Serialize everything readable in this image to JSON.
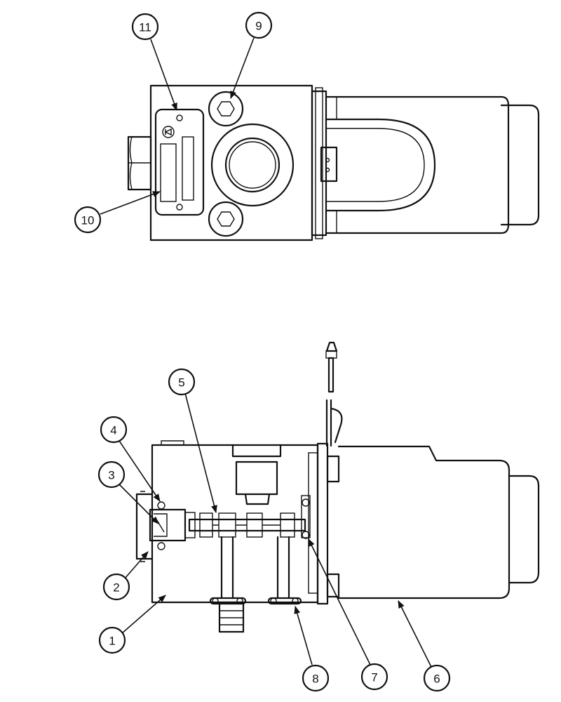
{
  "diagram": {
    "callouts_top_view": [
      {
        "id": "11",
        "label": "11"
      },
      {
        "id": "9",
        "label": "9"
      },
      {
        "id": "10",
        "label": "10"
      }
    ],
    "callouts_section_view": [
      {
        "id": "5",
        "label": "5"
      },
      {
        "id": "4",
        "label": "4"
      },
      {
        "id": "3",
        "label": "3"
      },
      {
        "id": "2",
        "label": "2"
      },
      {
        "id": "1",
        "label": "1"
      },
      {
        "id": "8",
        "label": "8"
      },
      {
        "id": "7",
        "label": "7"
      },
      {
        "id": "6",
        "label": "6"
      }
    ]
  }
}
